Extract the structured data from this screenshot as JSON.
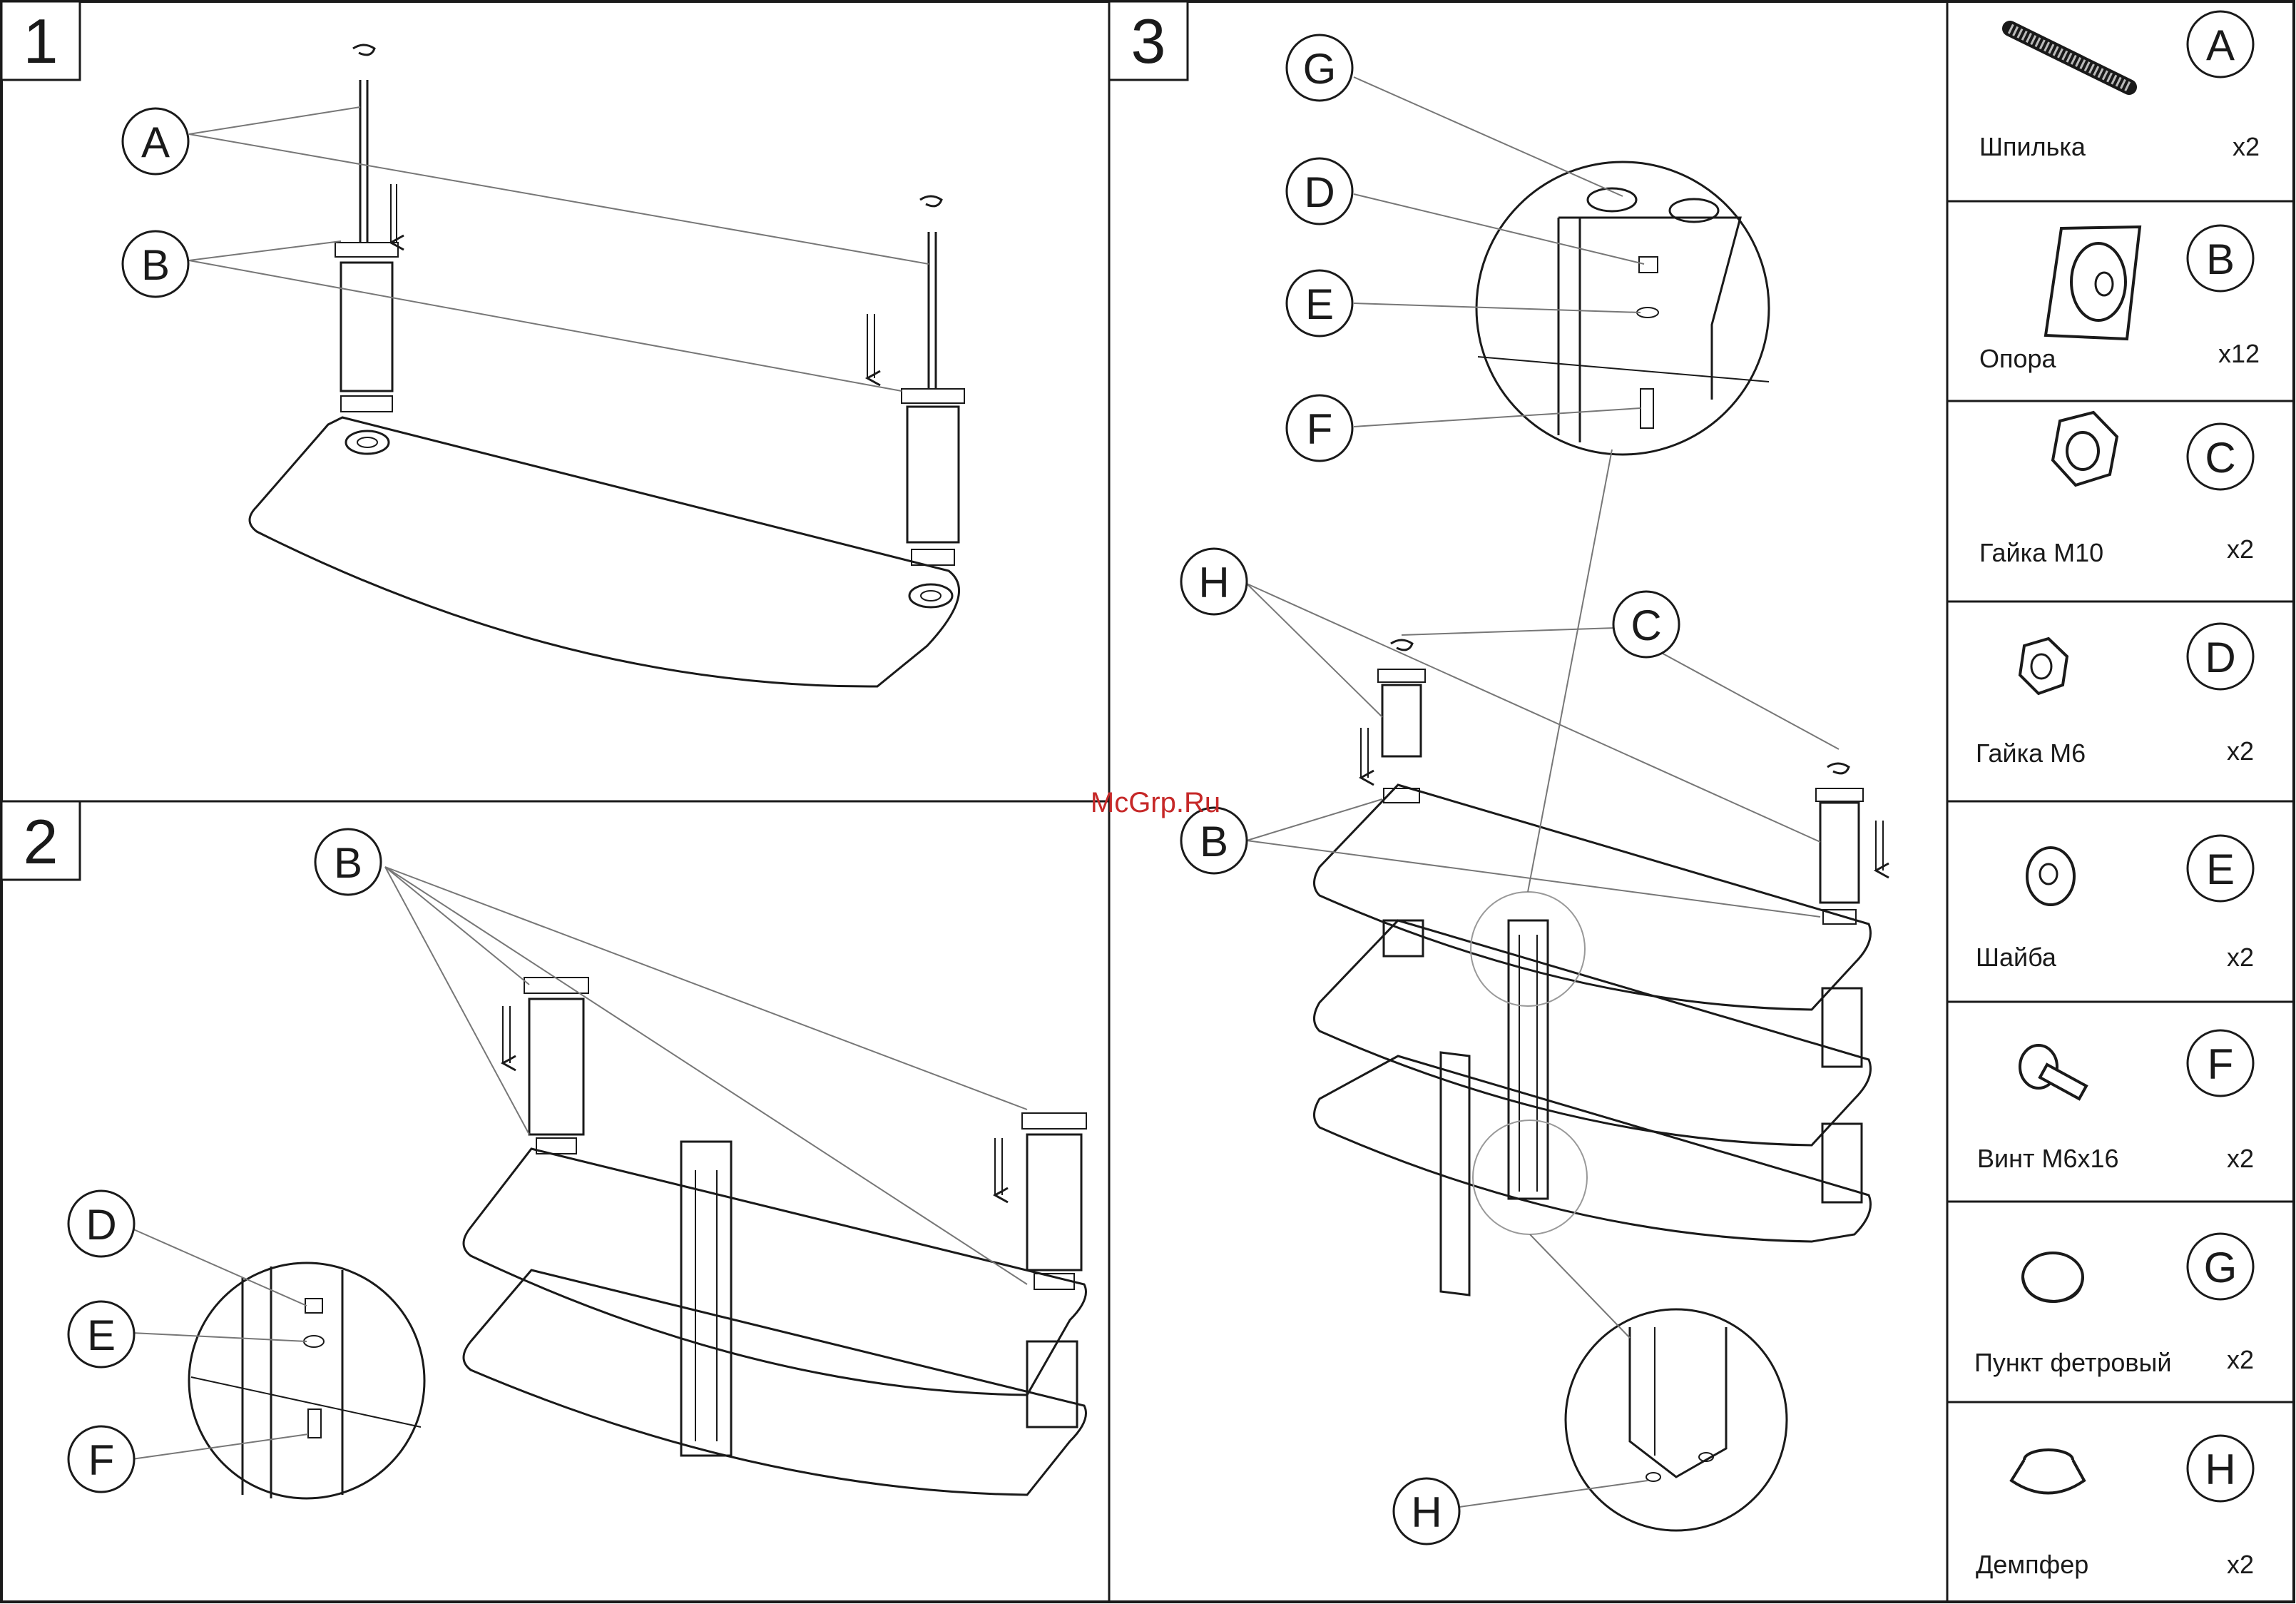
{
  "steps": [
    "1",
    "2",
    "3"
  ],
  "callouts": {
    "A": "A",
    "B": "B",
    "C": "C",
    "D": "D",
    "E": "E",
    "F": "F",
    "G": "G",
    "H": "H"
  },
  "watermark": "McGrp.Ru",
  "parts": [
    {
      "letter": "A",
      "name": "Шпилька",
      "qty": "x2",
      "icon": "threaded-rod-icon"
    },
    {
      "letter": "B",
      "name": "Опора",
      "qty": "x12",
      "icon": "support-plate-icon"
    },
    {
      "letter": "C",
      "name": "Гайка М10",
      "qty": "x2",
      "icon": "hex-nut-m10-icon"
    },
    {
      "letter": "D",
      "name": "Гайка М6",
      "qty": "x2",
      "icon": "hex-nut-m6-icon"
    },
    {
      "letter": "E",
      "name": "Шайба",
      "qty": "x2",
      "icon": "washer-icon"
    },
    {
      "letter": "F",
      "name": "Винт М6х16",
      "qty": "x2",
      "icon": "screw-icon"
    },
    {
      "letter": "G",
      "name": "Пункт фетровый",
      "qty": "x2",
      "icon": "felt-pad-icon"
    },
    {
      "letter": "H",
      "name": "Демпфер",
      "qty": "x2",
      "icon": "damper-icon"
    }
  ],
  "colors": {
    "ink": "#1a1a1a",
    "leader": "#777777",
    "watermark": "#c62828",
    "paper": "#ffffff"
  }
}
